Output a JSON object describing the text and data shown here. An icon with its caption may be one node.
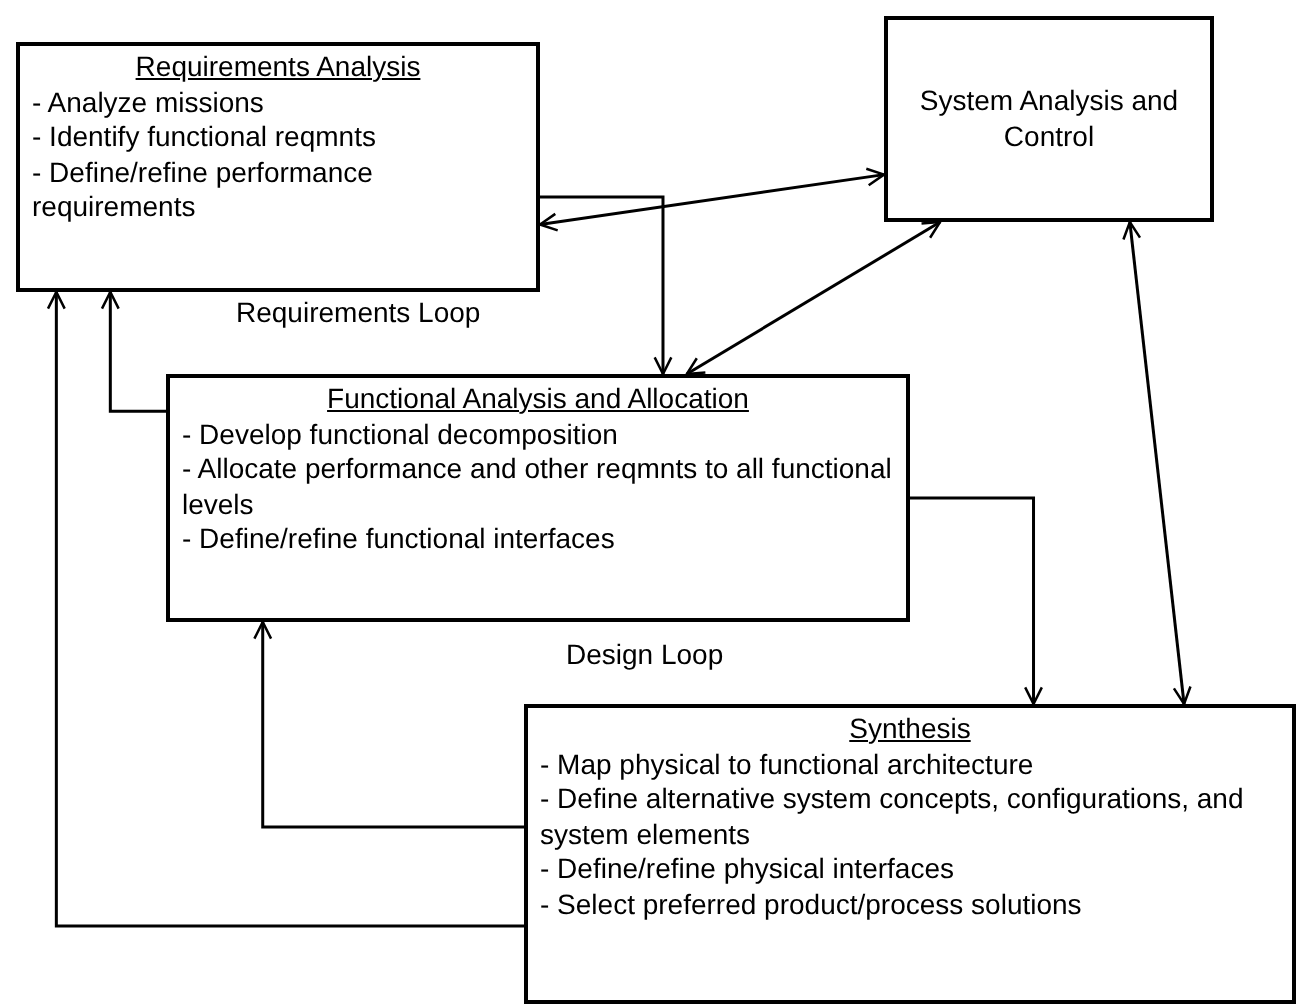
{
  "diagram": {
    "nodes": [
      {
        "text": [
          "Requirements Analysis",
          "- Analyze missions",
          "- Identify functional reqmnts",
          "- Define/refine performance requirements"
        ]
      },
      {
        "text": [
          "System Analysis and Control"
        ]
      },
      {
        "text": [
          "Functional Analysis and Allocation",
          "- Develop functional decomposition",
          "- Allocate performance and other reqmnts to all functional levels",
          "- Define/refine functional interfaces"
        ]
      },
      {
        "text": [
          "Synthesis",
          "- Map physical to functional architecture",
          "- Define alternative system concepts, configurations, and system elements",
          "- Define/refine physical interfaces",
          "- Select preferred product/process solutions"
        ]
      }
    ],
    "edges": [
      {
        "from": 0,
        "to": 1,
        "arrow": "both"
      },
      {
        "from": 0,
        "to": 2,
        "arrow": "to"
      },
      {
        "from": 1,
        "to": 2,
        "arrow": "both"
      },
      {
        "from": 2,
        "to": 0,
        "arrow": "to"
      },
      {
        "from": 2,
        "to": 3,
        "arrow": "to"
      },
      {
        "from": 1,
        "to": 3,
        "arrow": "both"
      },
      {
        "from": 3,
        "to": 2,
        "arrow": "to"
      },
      {
        "from": 3,
        "to": 0,
        "arrow": "to"
      }
    ],
    "labels": [
      "Requirements Loop",
      "Design Loop"
    ]
  }
}
